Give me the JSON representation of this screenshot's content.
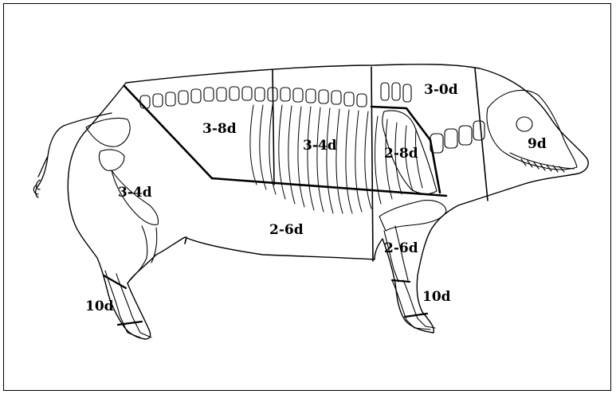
{
  "diagram": {
    "labels": {
      "hindquarter": "3-4d",
      "loin": "3-8d",
      "middle_ribs": "3-4d",
      "shoulder_top": "3-0d",
      "shoulder": "2-8d",
      "head": "9d",
      "belly": "2-6d",
      "hand": "2-6d",
      "hind_trotter": "10d",
      "fore_trotter": "10d"
    },
    "colors": {
      "ink": "#000000",
      "background": "#ffffff"
    }
  }
}
